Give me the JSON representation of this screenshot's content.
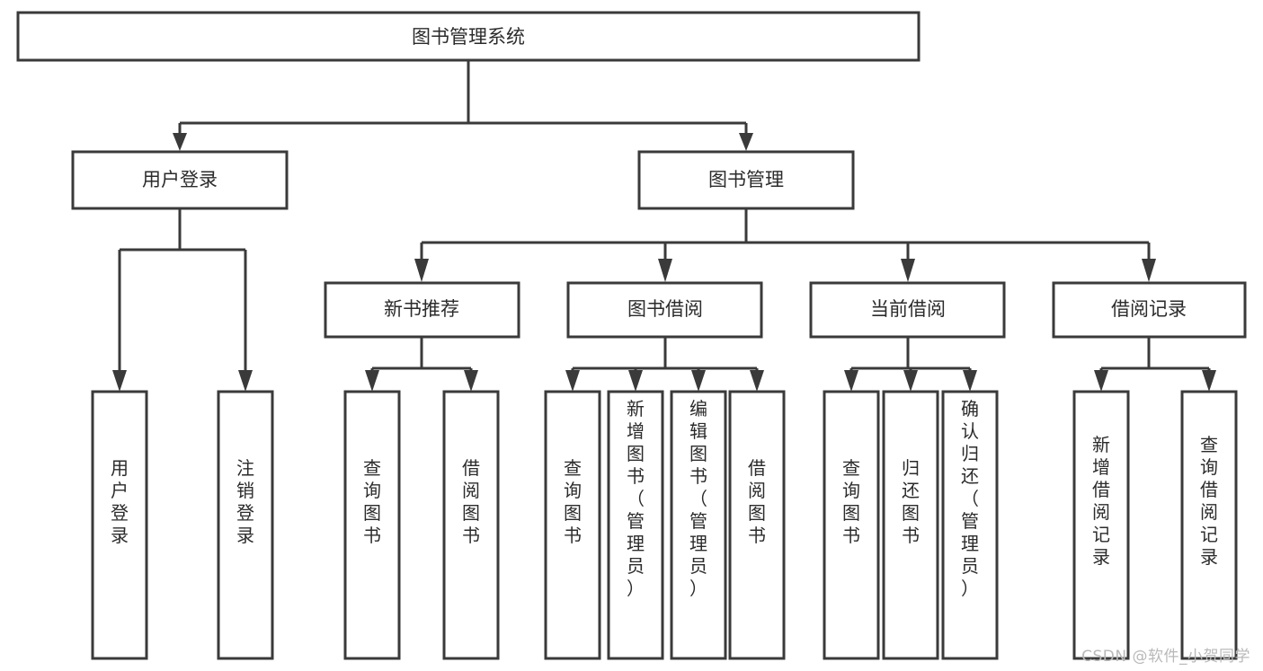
{
  "diagram": {
    "type": "tree",
    "title": "图书管理系统",
    "orientation": "top-down",
    "root": {
      "id": "root",
      "label": "图书管理系统"
    },
    "level2": [
      {
        "id": "user-login",
        "label": "用户登录"
      },
      {
        "id": "book-manage",
        "label": "图书管理"
      }
    ],
    "level3": [
      {
        "id": "new-book-rec",
        "label": "新书推荐",
        "parent": "book-manage"
      },
      {
        "id": "book-borrow",
        "label": "图书借阅",
        "parent": "book-manage"
      },
      {
        "id": "current-borrow",
        "label": "当前借阅",
        "parent": "book-manage"
      },
      {
        "id": "borrow-record",
        "label": "借阅记录",
        "parent": "book-manage"
      }
    ],
    "leaves": [
      {
        "id": "leaf-user-login",
        "label": "用户登录",
        "parent": "user-login"
      },
      {
        "id": "leaf-logout",
        "label": "注销登录",
        "parent": "user-login"
      },
      {
        "id": "leaf-query-book-1",
        "label": "查询图书",
        "parent": "new-book-rec"
      },
      {
        "id": "leaf-borrow-book-1",
        "label": "借阅图书",
        "parent": "new-book-rec"
      },
      {
        "id": "leaf-query-book-2",
        "label": "查询图书",
        "parent": "book-borrow"
      },
      {
        "id": "leaf-add-book",
        "label": "新增图书（管理员）",
        "parent": "book-borrow"
      },
      {
        "id": "leaf-edit-book",
        "label": "编辑图书（管理员）",
        "parent": "book-borrow"
      },
      {
        "id": "leaf-borrow-book-2",
        "label": "借阅图书",
        "parent": "book-borrow"
      },
      {
        "id": "leaf-query-book-3",
        "label": "查询图书",
        "parent": "current-borrow"
      },
      {
        "id": "leaf-return-book",
        "label": "归还图书",
        "parent": "current-borrow"
      },
      {
        "id": "leaf-confirm-return",
        "label": "确认归还（管理员）",
        "parent": "current-borrow"
      },
      {
        "id": "leaf-add-record",
        "label": "新增借阅记录",
        "parent": "borrow-record"
      },
      {
        "id": "leaf-query-record",
        "label": "查询借阅记录",
        "parent": "borrow-record"
      }
    ]
  },
  "watermark": {
    "text": "CSDN @软件_小贺同学"
  },
  "colors": {
    "stroke": "#3a3a3a",
    "text": "#2b2b2b",
    "background": "#ffffff",
    "watermark": "#b9b9b9"
  }
}
